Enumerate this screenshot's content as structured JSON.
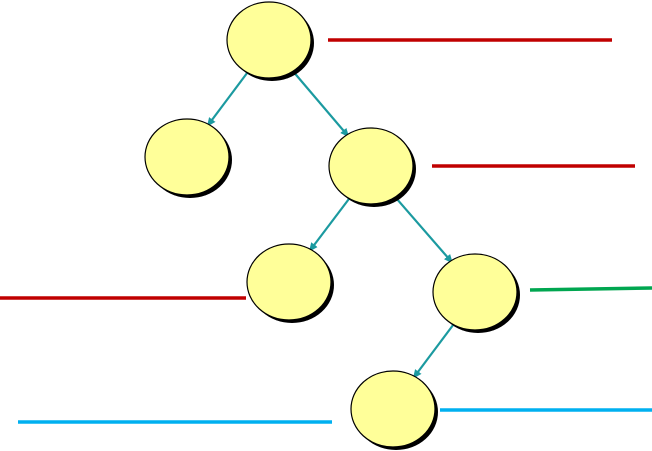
{
  "colors": {
    "node_fill": "#ffff99",
    "node_stroke": "#000000",
    "node_shadow": "#000000",
    "edge": "#1b9aa0",
    "line_red": "#c00000",
    "line_green": "#00a650",
    "line_blue": "#00b0f0"
  },
  "nodes": [
    {
      "id": "n1"
    },
    {
      "id": "n2"
    },
    {
      "id": "n3"
    },
    {
      "id": "n4"
    },
    {
      "id": "n5"
    },
    {
      "id": "n6"
    }
  ],
  "edges": [
    {
      "from": "n1",
      "to": "n2"
    },
    {
      "from": "n1",
      "to": "n3"
    },
    {
      "from": "n3",
      "to": "n4"
    },
    {
      "from": "n3",
      "to": "n5"
    },
    {
      "from": "n5",
      "to": "n6"
    }
  ],
  "lines": [
    {
      "id": "line-root",
      "color": "red"
    },
    {
      "id": "line-right-child",
      "color": "red"
    },
    {
      "id": "line-left-grandchild",
      "color": "red"
    },
    {
      "id": "line-right-grandchild",
      "color": "green"
    },
    {
      "id": "line-leaf-left",
      "color": "blue"
    },
    {
      "id": "line-leaf-right",
      "color": "blue"
    }
  ]
}
